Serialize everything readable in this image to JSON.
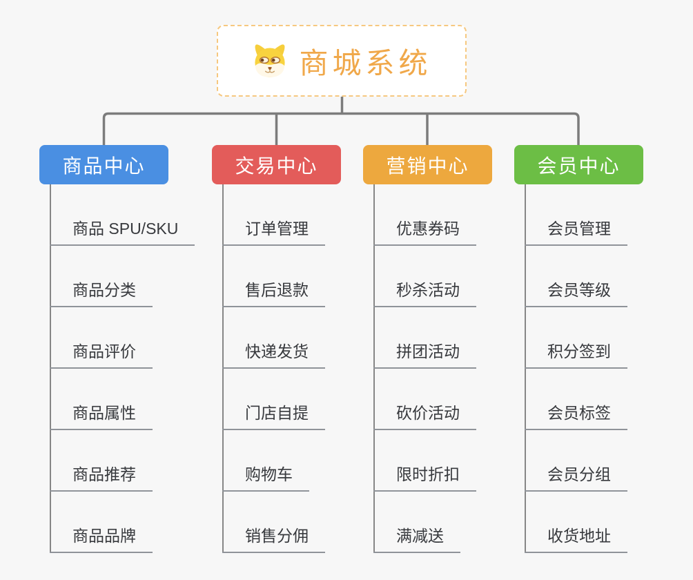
{
  "page": {
    "background": "#f7f7f7",
    "connector_color": "#7c7c7c"
  },
  "root": {
    "title": "商城系统",
    "icon": "doge-icon",
    "text_color": "#f0a84a",
    "border_color": "#f6c87f"
  },
  "branches": [
    {
      "id": "product-center",
      "label": "商品中心",
      "color": "#4a8fe2",
      "items": [
        "商品 SPU/SKU",
        "商品分类",
        "商品评价",
        "商品属性",
        "商品推荐",
        "商品品牌"
      ]
    },
    {
      "id": "trade-center",
      "label": "交易中心",
      "color": "#e35c5a",
      "items": [
        "订单管理",
        "售后退款",
        "快递发货",
        "门店自提",
        "购物车",
        "销售分佣"
      ]
    },
    {
      "id": "marketing-center",
      "label": "营销中心",
      "color": "#eda83e",
      "items": [
        "优惠券码",
        "秒杀活动",
        "拼团活动",
        "砍价活动",
        "限时折扣",
        "满减送"
      ]
    },
    {
      "id": "member-center",
      "label": "会员中心",
      "color": "#6cbe45",
      "items": [
        "会员管理",
        "会员等级",
        "积分签到",
        "会员标签",
        "会员分组",
        "收货地址"
      ]
    }
  ]
}
